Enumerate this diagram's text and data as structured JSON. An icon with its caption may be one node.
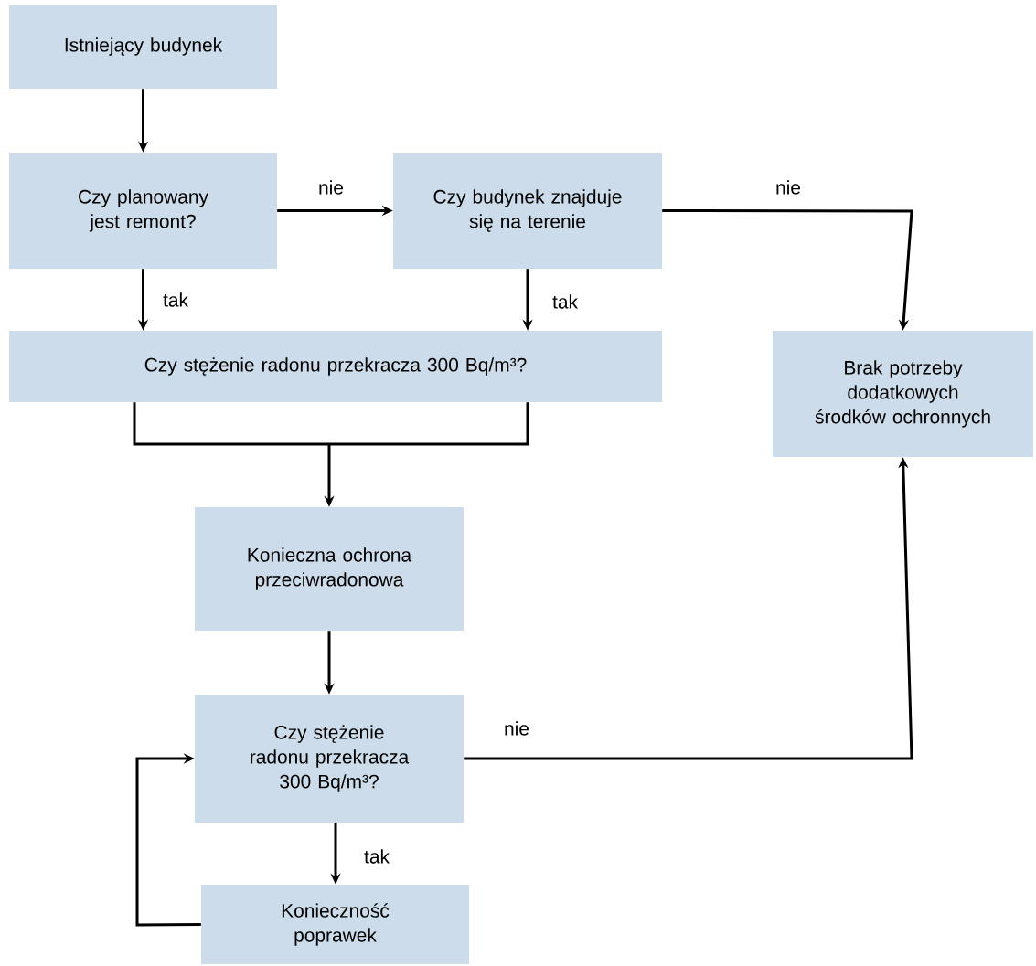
{
  "diagram": {
    "nodes": [
      {
        "text": [
          "Istniejący budynek"
        ]
      },
      {
        "text": [
          "Czy planowany jest remont?"
        ]
      },
      {
        "text": [
          "Czy budynek znajduje się na terenie"
        ]
      },
      {
        "text": [
          "Czy stężenie radonu przekracza 300 Bq/m³?"
        ]
      },
      {
        "text": [
          "Brak potrzeby dodatkowych środków ochronnych"
        ]
      },
      {
        "text": [
          "Konieczna ochrona przeciwradonowa"
        ]
      },
      {
        "text": [
          "Czy stężenie radonu przekracza 300 Bq/m³?"
        ]
      },
      {
        "text": [
          "Konieczność poprawek"
        ]
      }
    ],
    "edges": [
      {
        "from": 0,
        "to": 1,
        "arrow": "to"
      },
      {
        "from": 1,
        "to": 2,
        "arrow": "to",
        "label": "nie"
      },
      {
        "from": 2,
        "to": 4,
        "arrow": "to",
        "label": "nie"
      },
      {
        "from": 1,
        "to": 3,
        "arrow": "to",
        "label": "tak"
      },
      {
        "from": 2,
        "to": 3,
        "arrow": "to",
        "label": "tak"
      },
      {
        "from": 3,
        "to": 5,
        "arrow": "to"
      },
      {
        "from": 5,
        "to": 6,
        "arrow": "to"
      },
      {
        "from": 6,
        "to": 4,
        "arrow": "to",
        "label": "nie"
      },
      {
        "from": 6,
        "to": 7,
        "arrow": "to",
        "label": "tak"
      },
      {
        "from": 7,
        "to": 6,
        "arrow": "to"
      }
    ]
  }
}
